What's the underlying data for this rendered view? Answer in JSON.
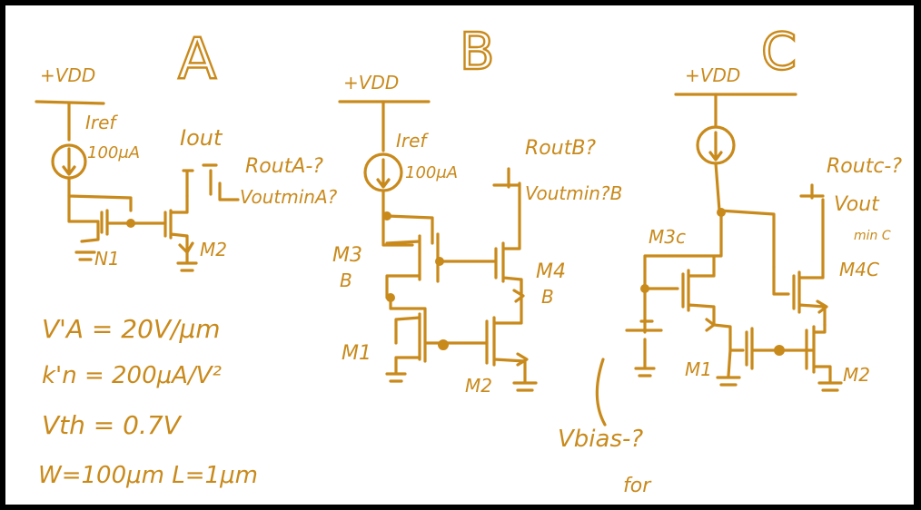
{
  "labels": {
    "circuit_a": "A",
    "circuit_b": "B",
    "circuit_c": "C",
    "vdd_a": "+VDD",
    "vdd_b": "+VDD",
    "vdd_c": "+VDD",
    "iref_a": "Iref",
    "iref_a_value": "100μA",
    "iout_a": "Iout",
    "rout_a": "RoutA-?",
    "vout_min_a": "VoutminA?",
    "n1_a": "N1",
    "m2_a": "M2",
    "iref_b": "Iref",
    "iref_b_value": "100μA",
    "rout_b": "RoutB?",
    "vout_min_b": "Voutmin?B",
    "m3b": "M3",
    "m3b_sub": "B",
    "m4b": "M4",
    "m4b_sub": "B",
    "m1_b": "M1",
    "m2_b": "M2",
    "rout_c": "Routc-?",
    "vout_c": "Vout",
    "vout_c_sub": "min C",
    "m3c": "M3c",
    "m4c": "M4C",
    "m1_c": "M1",
    "m2_c": "M2",
    "vbias": "Vbias-?",
    "vbias_for": "for",
    "param_va": "V'A = 20V/μm",
    "param_kn": "k'n = 200μA/V²",
    "param_vth": "Vth = 0.7V",
    "param_wl": "W=100μm L=1μm"
  },
  "colors": {
    "ink": "#c98a1c",
    "background": "#ffffff",
    "frame": "#000000"
  }
}
